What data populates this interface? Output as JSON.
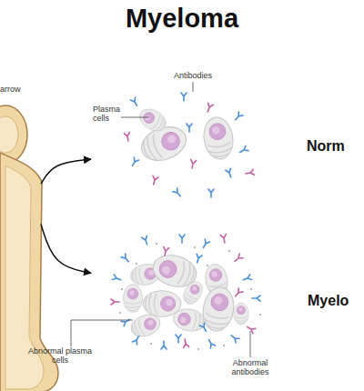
{
  "diagram": {
    "title": "Myeloma",
    "nodes": [
      {
        "text": [
          "arrow"
        ]
      },
      {
        "text": [
          "Antibodies",
          "Plasma cells"
        ]
      },
      {
        "text": [
          "Abnormal plasma cells",
          "Abnormal antibodies"
        ]
      }
    ],
    "edges": [
      {
        "from": 0,
        "to": 1,
        "arrow": "to"
      },
      {
        "from": 0,
        "to": 2,
        "arrow": "to"
      }
    ],
    "labels": [
      "Norm",
      "Myelo"
    ]
  }
}
